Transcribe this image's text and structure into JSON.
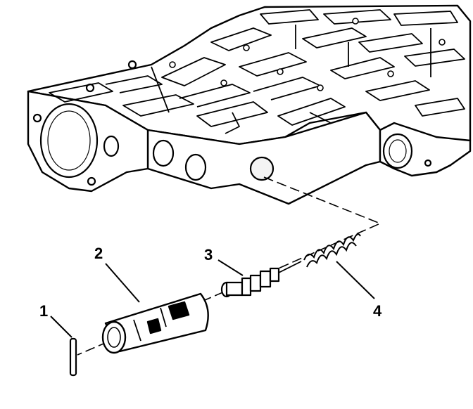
{
  "figure": {
    "callouts": [
      {
        "id": "1",
        "label": "1"
      },
      {
        "id": "2",
        "label": "2"
      },
      {
        "id": "3",
        "label": "3"
      },
      {
        "id": "4",
        "label": "4"
      }
    ],
    "colors": {
      "ink": "#000000",
      "paper": "#ffffff"
    }
  }
}
